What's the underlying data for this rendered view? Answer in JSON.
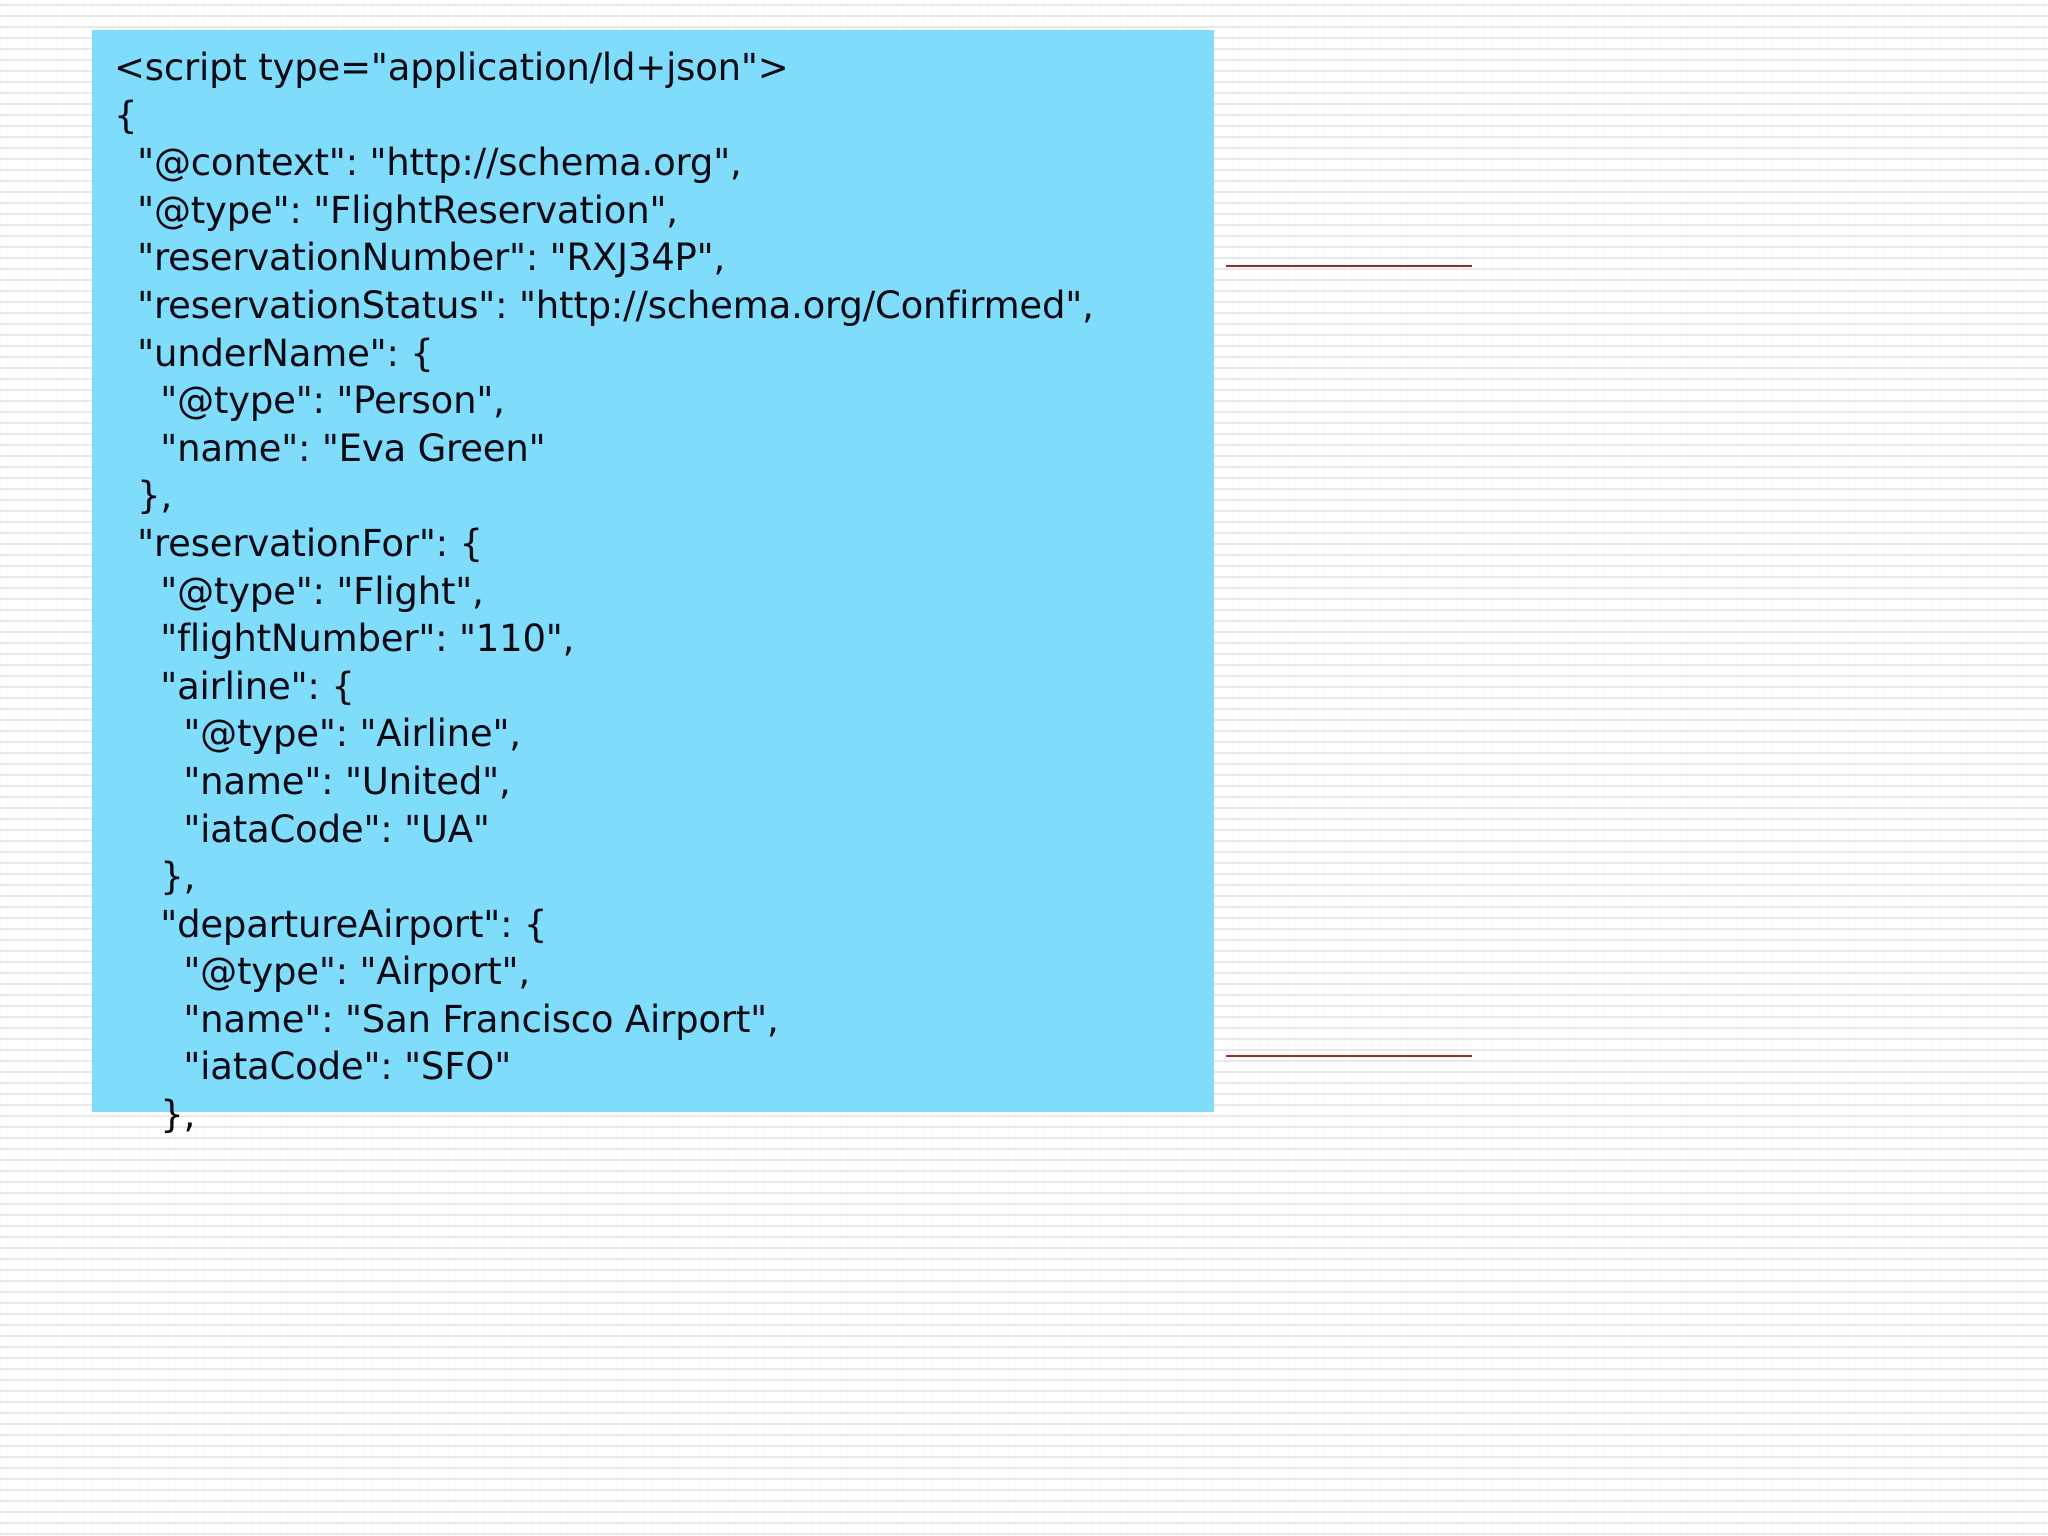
{
  "page": {
    "background_color": "#ffffff",
    "stripe_color": "#e9e9e9"
  },
  "code_block": {
    "background_color": "#7fdcfa",
    "text_color": "#0a0a14",
    "language": "html-jsonld",
    "lines": [
      "<script type=\"application/ld+json\">",
      "{",
      "  \"@context\": \"http://schema.org\",",
      "  \"@type\": \"FlightReservation\",",
      "  \"reservationNumber\": \"RXJ34P\",",
      "  \"reservationStatus\": \"http://schema.org/Confirmed\",",
      "  \"underName\": {",
      "    \"@type\": \"Person\",",
      "    \"name\": \"Eva Green\"",
      "  },",
      "  \"reservationFor\": {",
      "    \"@type\": \"Flight\",",
      "    \"flightNumber\": \"110\",",
      "    \"airline\": {",
      "      \"@type\": \"Airline\",",
      "      \"name\": \"United\",",
      "      \"iataCode\": \"UA\"",
      "    },",
      "    \"departureAirport\": {",
      "      \"@type\": \"Airport\",",
      "      \"name\": \"San Francisco Airport\",",
      "      \"iataCode\": \"SFO\"",
      "    },"
    ],
    "full_text": "<script type=\"application/ld+json\">\n{\n  \"@context\": \"http://schema.org\",\n  \"@type\": \"FlightReservation\",\n  \"reservationNumber\": \"RXJ34P\",\n  \"reservationStatus\": \"http://schema.org/Confirmed\",\n  \"underName\": {\n    \"@type\": \"Person\",\n    \"name\": \"Eva Green\"\n  },\n  \"reservationFor\": {\n    \"@type\": \"Flight\",\n    \"flightNumber\": \"110\",\n    \"airline\": {\n      \"@type\": \"Airline\",\n      \"name\": \"United\",\n      \"iataCode\": \"UA\"\n    },\n    \"departureAirport\": {\n      \"@type\": \"Airport\",\n      \"name\": \"San Francisco Airport\",\n      \"iataCode\": \"SFO\"\n    },"
  },
  "annotations": {
    "rule_color": "#9b2d2d",
    "rules": [
      {
        "name": "upper-margin-rule"
      },
      {
        "name": "lower-margin-rule"
      }
    ]
  }
}
